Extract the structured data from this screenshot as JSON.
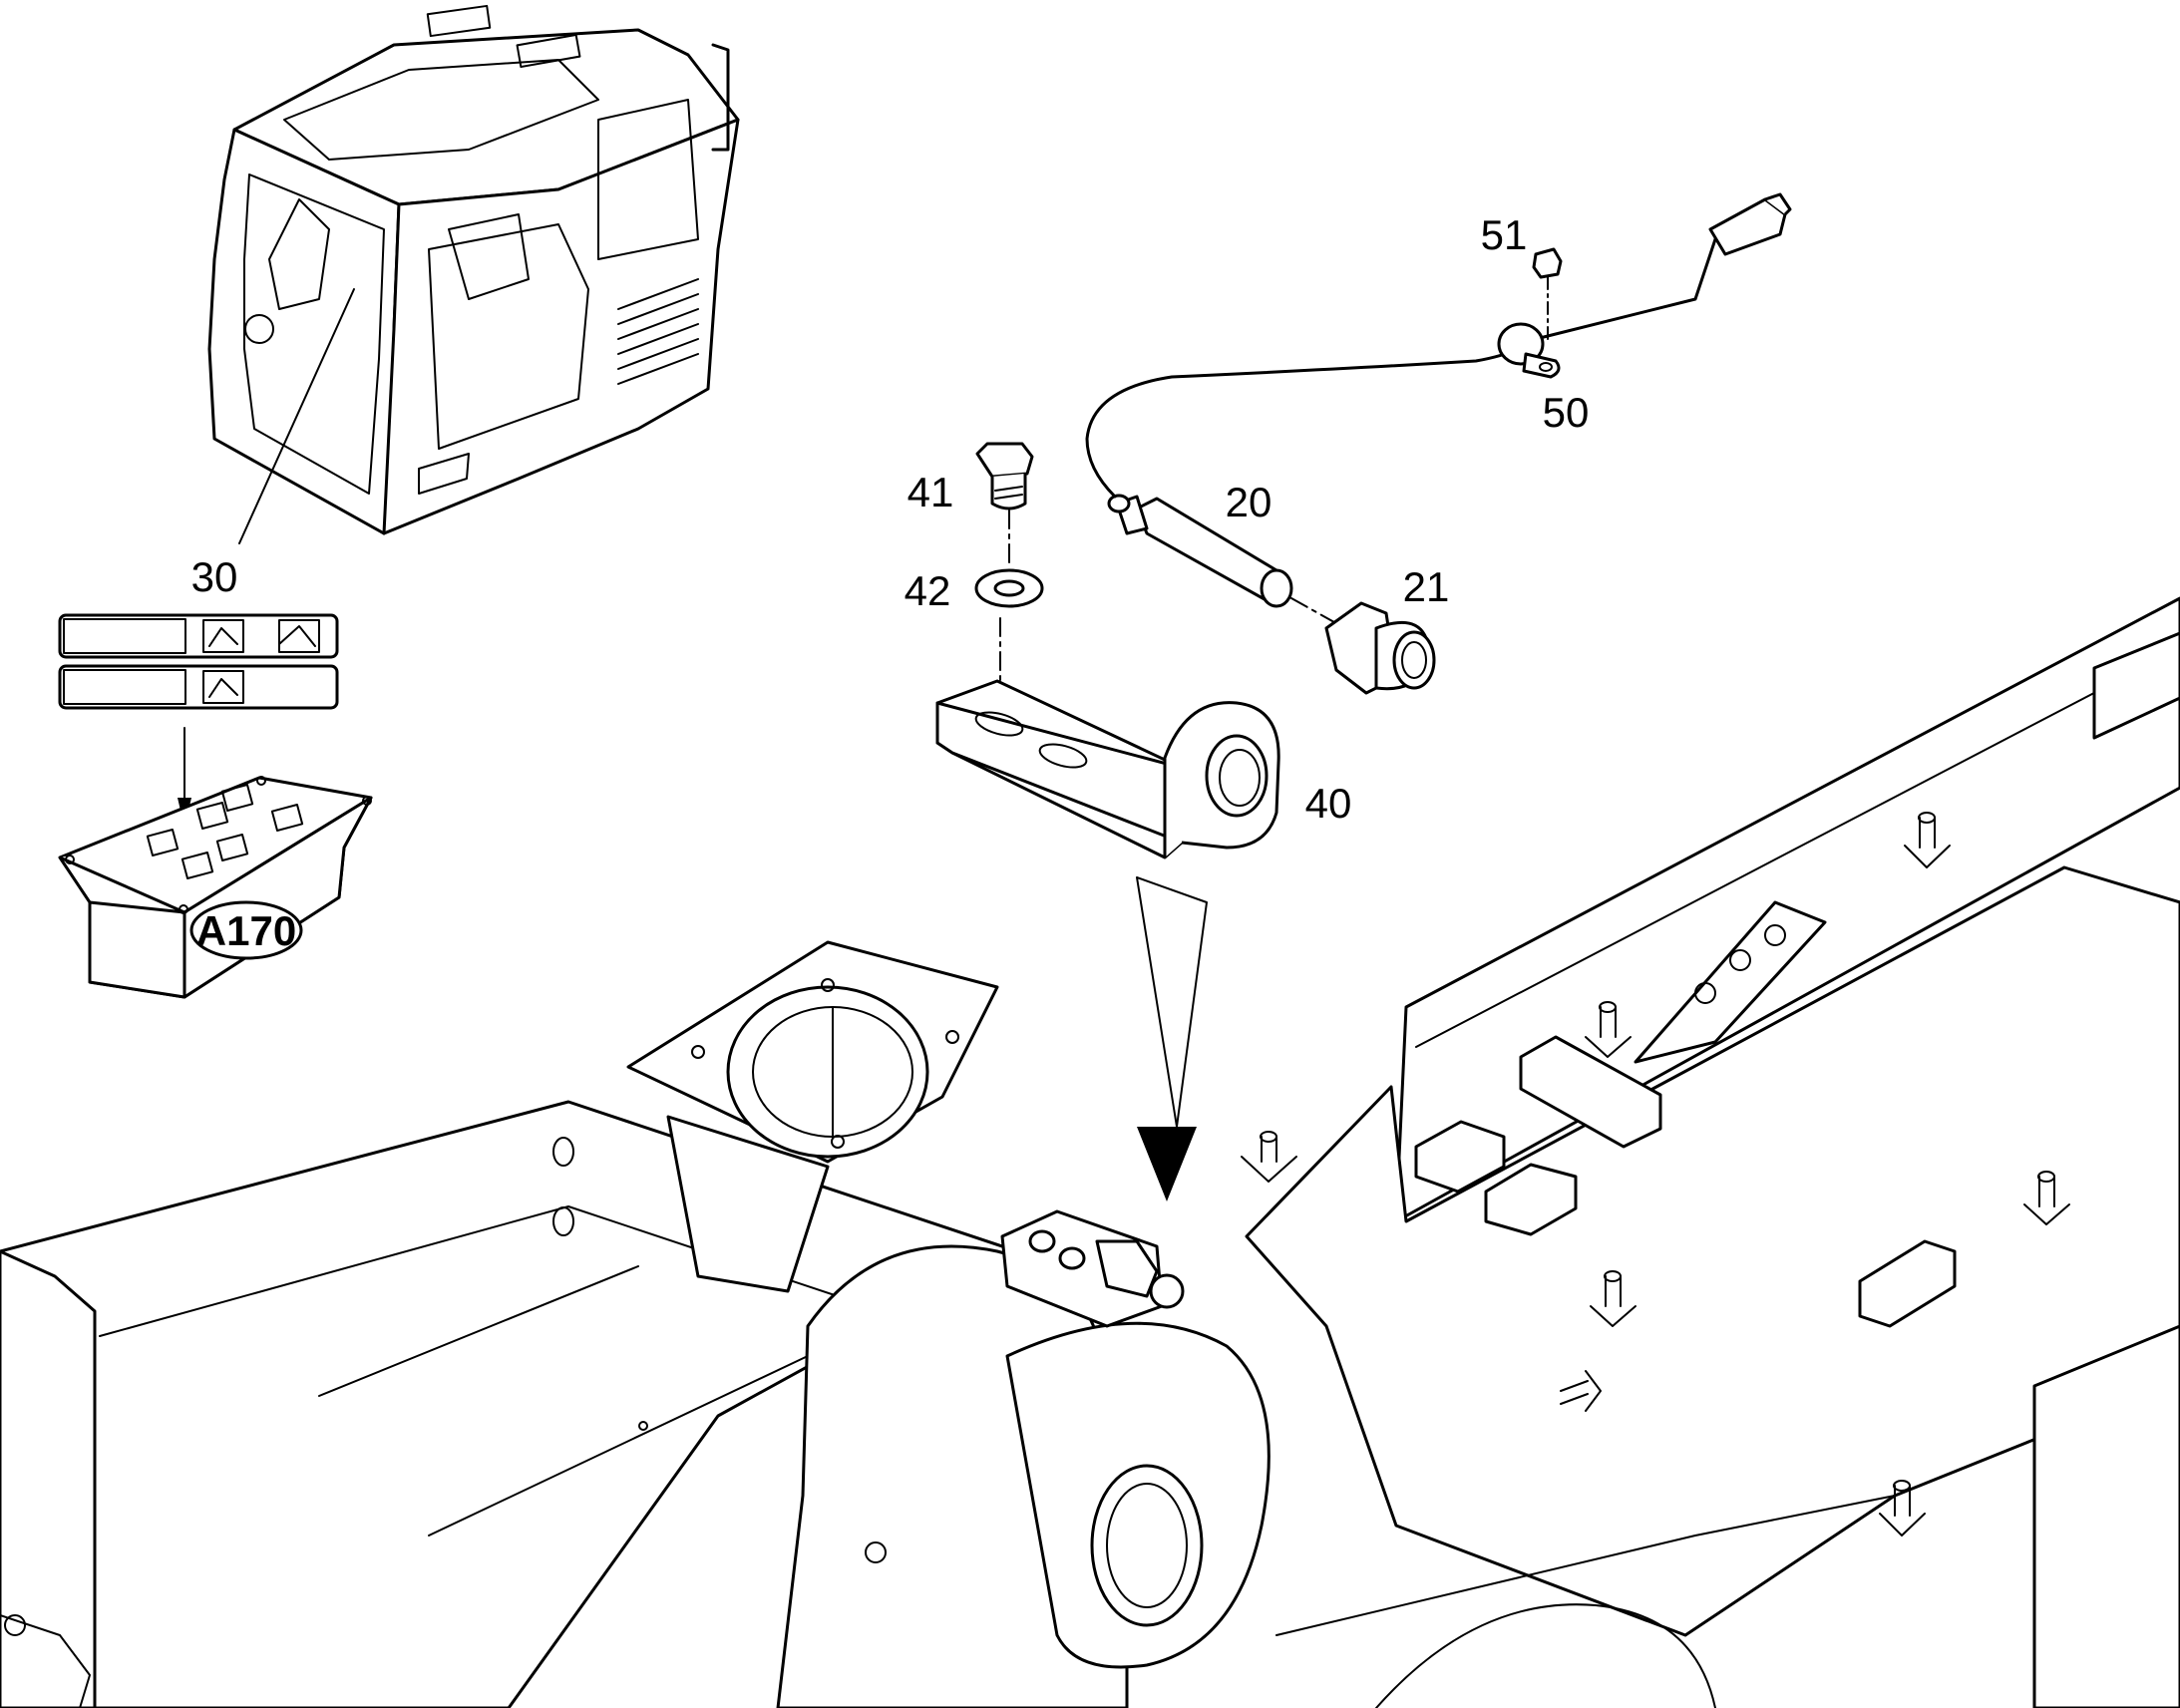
{
  "callouts": {
    "c20": "20",
    "c21": "21",
    "c30": "30",
    "c40": "40",
    "c41": "41",
    "c42": "42",
    "c50": "50",
    "c51": "51"
  },
  "module_label": "A170"
}
